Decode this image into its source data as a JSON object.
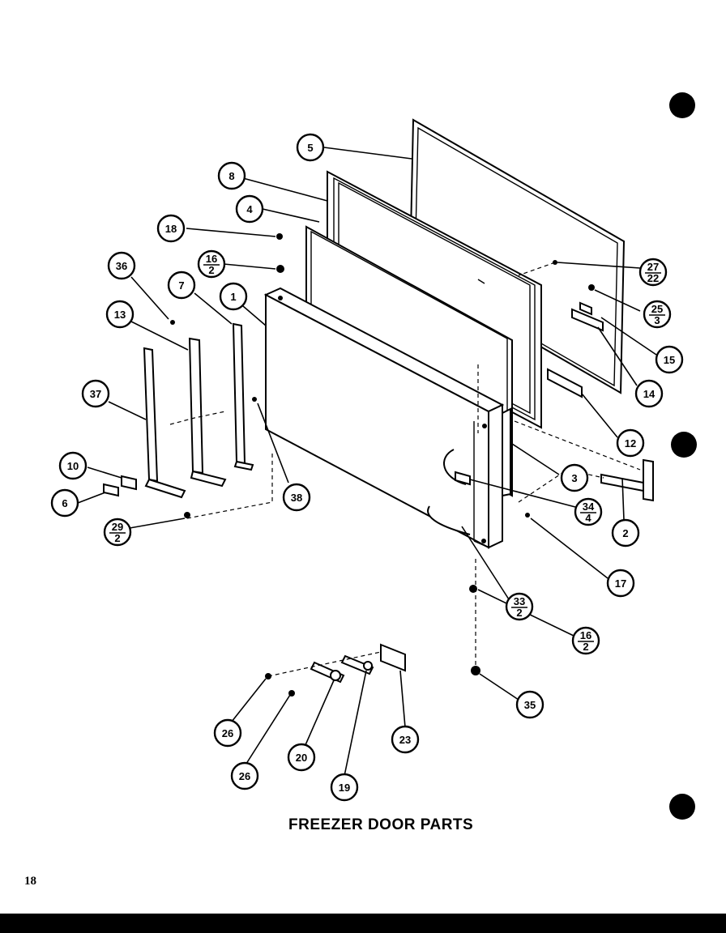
{
  "title": "FREEZER DOOR PARTS",
  "page_number": "18",
  "callouts": [
    {
      "id": "c5",
      "top": "5",
      "bottom": ""
    },
    {
      "id": "c8",
      "top": "8",
      "bottom": ""
    },
    {
      "id": "c4",
      "top": "4",
      "bottom": ""
    },
    {
      "id": "c18",
      "top": "18",
      "bottom": ""
    },
    {
      "id": "c16a",
      "top": "16",
      "bottom": "2"
    },
    {
      "id": "c36",
      "top": "36",
      "bottom": ""
    },
    {
      "id": "c7",
      "top": "7",
      "bottom": ""
    },
    {
      "id": "c1",
      "top": "1",
      "bottom": ""
    },
    {
      "id": "c13",
      "top": "13",
      "bottom": ""
    },
    {
      "id": "c37",
      "top": "37",
      "bottom": ""
    },
    {
      "id": "c10",
      "top": "10",
      "bottom": ""
    },
    {
      "id": "c6",
      "top": "6",
      "bottom": ""
    },
    {
      "id": "c29",
      "top": "29",
      "bottom": "2"
    },
    {
      "id": "c38",
      "top": "38",
      "bottom": ""
    },
    {
      "id": "c27",
      "top": "27",
      "bottom": "22"
    },
    {
      "id": "c25",
      "top": "25",
      "bottom": "3"
    },
    {
      "id": "c15",
      "top": "15",
      "bottom": ""
    },
    {
      "id": "c14",
      "top": "14",
      "bottom": ""
    },
    {
      "id": "c12",
      "top": "12",
      "bottom": ""
    },
    {
      "id": "c3",
      "top": "3",
      "bottom": ""
    },
    {
      "id": "c34",
      "top": "34",
      "bottom": "4"
    },
    {
      "id": "c2",
      "top": "2",
      "bottom": ""
    },
    {
      "id": "c17",
      "top": "17",
      "bottom": ""
    },
    {
      "id": "c33",
      "top": "33",
      "bottom": "2"
    },
    {
      "id": "c16b",
      "top": "16",
      "bottom": "2"
    },
    {
      "id": "c35",
      "top": "35",
      "bottom": ""
    },
    {
      "id": "c26a",
      "top": "26",
      "bottom": ""
    },
    {
      "id": "c26b",
      "top": "26",
      "bottom": ""
    },
    {
      "id": "c20",
      "top": "20",
      "bottom": ""
    },
    {
      "id": "c19",
      "top": "19",
      "bottom": ""
    },
    {
      "id": "c23",
      "top": "23",
      "bottom": ""
    }
  ]
}
